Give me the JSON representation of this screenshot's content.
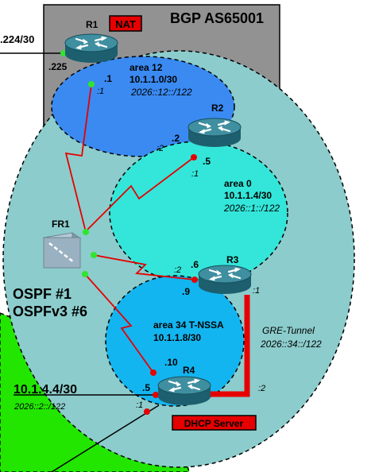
{
  "bgp": {
    "label": "BGP AS65001",
    "nat_badge": "NAT"
  },
  "ospf": {
    "line1": "OSPF #1",
    "line2": "OSPFv3 #6"
  },
  "routers": {
    "r1": "R1",
    "r2": "R2",
    "r3": "R3",
    "r4": "R4",
    "fr": "FR1"
  },
  "areas": {
    "area12": {
      "name": "area 12",
      "net": "10.1.1.0/30",
      "v6": "2026::12::/122"
    },
    "area0": {
      "name": "area 0",
      "net": "10.1.1.4/30",
      "v6": "2026::1::/122"
    },
    "area34": {
      "name": "area 34 T-NSSA",
      "net": "10.1.1.8/30"
    }
  },
  "gre": {
    "name": "GRE-Tunnel",
    "v6": "2026::34::/122"
  },
  "external": {
    "top_left_net": ".224/30",
    "bottom_net": "10.1.4.4/30",
    "bottom_v6": "2026::2::/122"
  },
  "dhcp_label": "DHCP Server",
  "interfaces": {
    "r1_225": ".225",
    "r1_dot1": ".1",
    "r1_v6_1": ":1",
    "r2_dot2": ".2",
    "r2_v6_2": ":2",
    "r2_dot5": ".5",
    "r2_v6_1": ":1",
    "r3_dot6": ".6",
    "r3_v6_2": ":2",
    "r3_dot9": ".9",
    "r3_v6_1": ":1",
    "r4_dot10": ".10",
    "r4_dot5": ".5",
    "r4_v6_1": ":1",
    "r4_v6_2": ":2"
  },
  "colors": {
    "bgp_box": "#929292",
    "ospf_domain": "#8ccccc",
    "area12": "#3a8af2",
    "area0": "#33e6d9",
    "area34": "#13b5f0",
    "external_green": "#22e600",
    "link": "#e60000",
    "endpoint_green": "#2ee62e",
    "endpoint_red": "#e60000",
    "router_body": "#2e7a8a"
  }
}
